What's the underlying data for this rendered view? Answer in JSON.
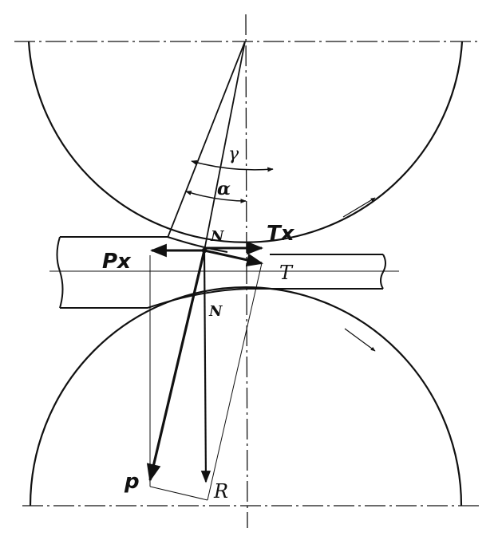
{
  "labels": {
    "gamma": "γ",
    "alpha": "α",
    "n_top": "N",
    "n_bottom": "N",
    "tx": "Tx",
    "px": "Px",
    "t": "T",
    "p": "p",
    "r": "R"
  },
  "colors": {
    "ink": "#111111",
    "background": "#ffffff"
  }
}
